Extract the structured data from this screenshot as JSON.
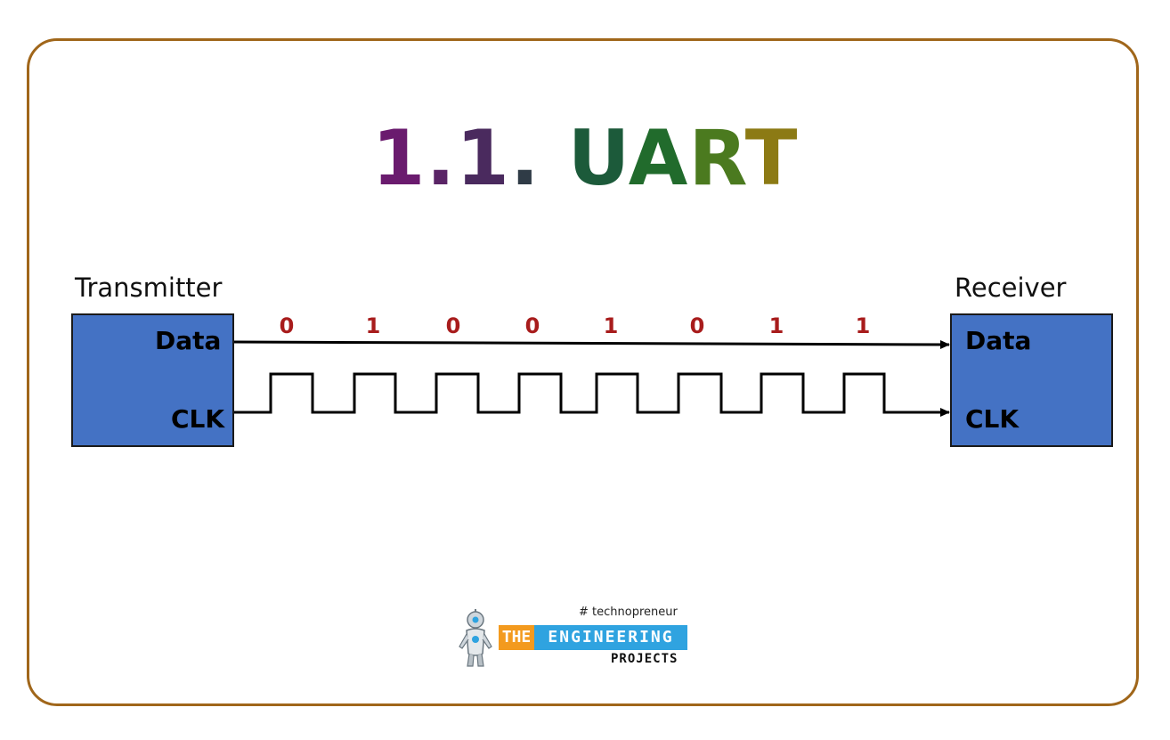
{
  "title": {
    "parts": [
      {
        "text": "1",
        "color": "#6a1b6e"
      },
      {
        "text": ".",
        "color": "#5a2466"
      },
      {
        "text": "1",
        "color": "#4a2a5e"
      },
      {
        "text": ". ",
        "color": "#2f3b46"
      },
      {
        "text": "U",
        "color": "#1c5a3a"
      },
      {
        "text": "A",
        "color": "#216b2c"
      },
      {
        "text": "R",
        "color": "#4b7a1f"
      },
      {
        "text": "T",
        "color": "#8c7a14"
      }
    ]
  },
  "transmitter": {
    "label": "Transmitter",
    "data_pin": "Data",
    "clk_pin": "CLK"
  },
  "receiver": {
    "label": "Receiver",
    "data_pin": "Data",
    "clk_pin": "CLK"
  },
  "bits": [
    "0",
    "1",
    "0",
    "0",
    "1",
    "0",
    "1",
    "1"
  ],
  "colors": {
    "block_fill": "#4472c4",
    "bit_color": "#a81c1c",
    "frame_border": "#a0661a"
  },
  "logo": {
    "hashtag": "# technopreneur",
    "the": "THE",
    "engineering": "ENGINEERING",
    "projects": "PROJECTS"
  }
}
